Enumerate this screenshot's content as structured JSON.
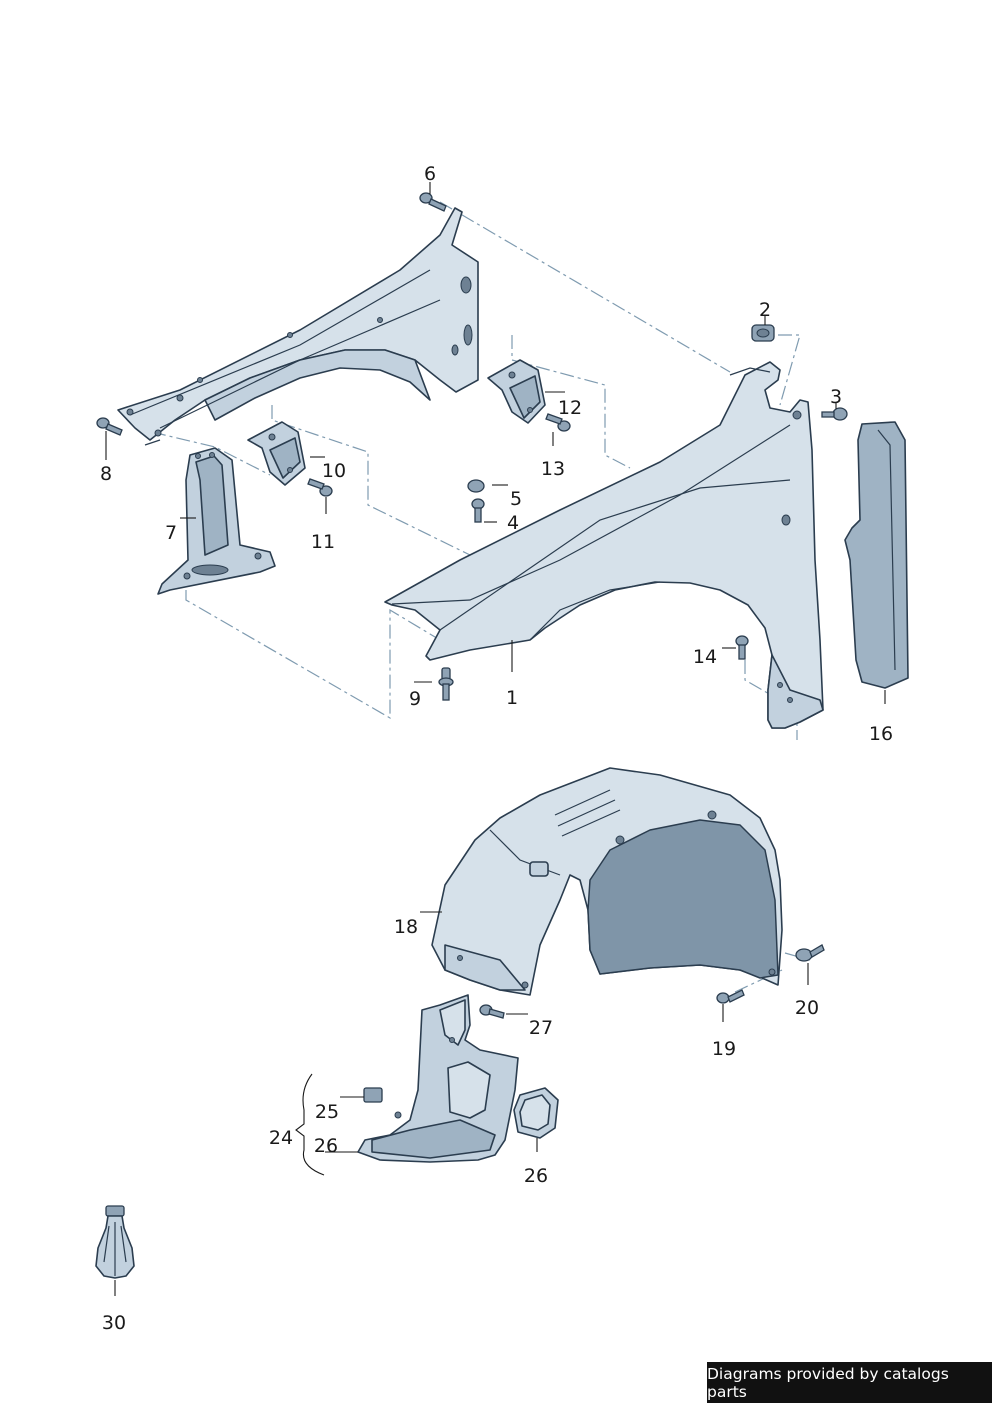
{
  "callouts": [
    "1",
    "2",
    "3",
    "4",
    "5",
    "6",
    "7",
    "8",
    "9",
    "10",
    "11",
    "12",
    "13",
    "14",
    "16",
    "18",
    "19",
    "20",
    "24",
    "25",
    "26",
    "26",
    "27",
    "30"
  ],
  "footer": {
    "text": "Diagrams provided by catalogs parts"
  },
  "colors": {
    "part_fill": "#d6e1ea",
    "part_shade": "#9fb3c4",
    "outline": "#2b3d4f",
    "dash": "#7f9bb0",
    "footer_bg": "#111111"
  }
}
